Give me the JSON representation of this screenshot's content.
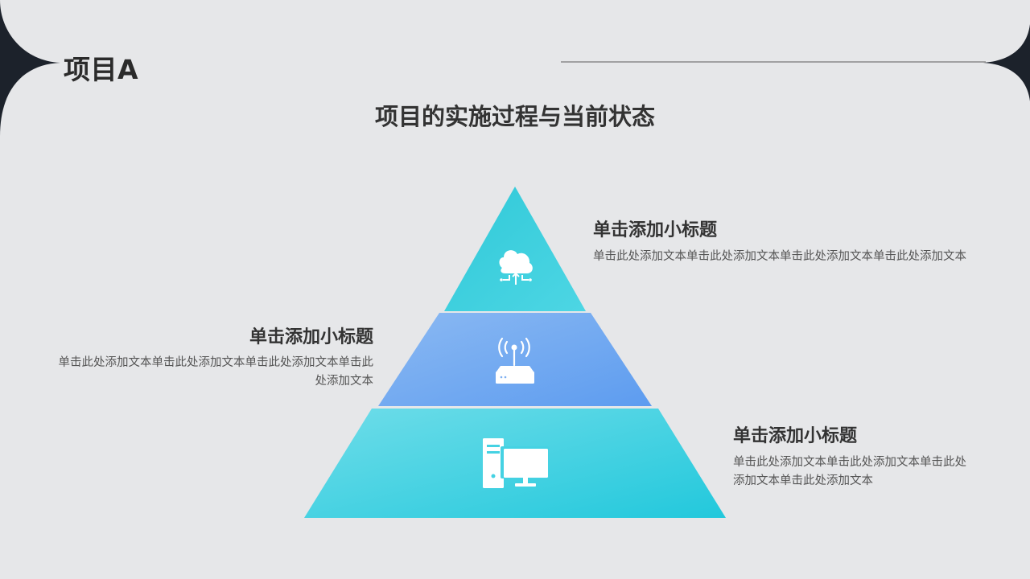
{
  "header": {
    "project_title": "项目A"
  },
  "slide": {
    "title": "项目的实施过程与当前状态"
  },
  "colors": {
    "background": "#e6e7e9",
    "frame": "#1c222b",
    "divider": "#8a8a8a",
    "tier_top": [
      "#30c9d8",
      "#4dd6e4"
    ],
    "tier_middle": [
      "#8bb9f2",
      "#5d9cf0"
    ],
    "tier_bottom": [
      "#6fdde9",
      "#22c8dc"
    ],
    "icon": "#ffffff"
  },
  "pyramid": {
    "tiers": [
      {
        "name": "top",
        "icon": "cloud-upload-icon"
      },
      {
        "name": "middle",
        "icon": "router-icon"
      },
      {
        "name": "bottom",
        "icon": "desktop-computer-icon"
      }
    ]
  },
  "blocks": [
    {
      "title": "单击添加小标题",
      "text": "单击此处添加文本单击此处添加文本单击此处添加文本单击此处添加文本"
    },
    {
      "title": "单击添加小标题",
      "text": "单击此处添加文本单击此处添加文本单击此处添加文本单击此处添加文本"
    },
    {
      "title": "单击添加小标题",
      "text": "单击此处添加文本单击此处添加文本单击此处添加文本单击此处添加文本"
    }
  ]
}
